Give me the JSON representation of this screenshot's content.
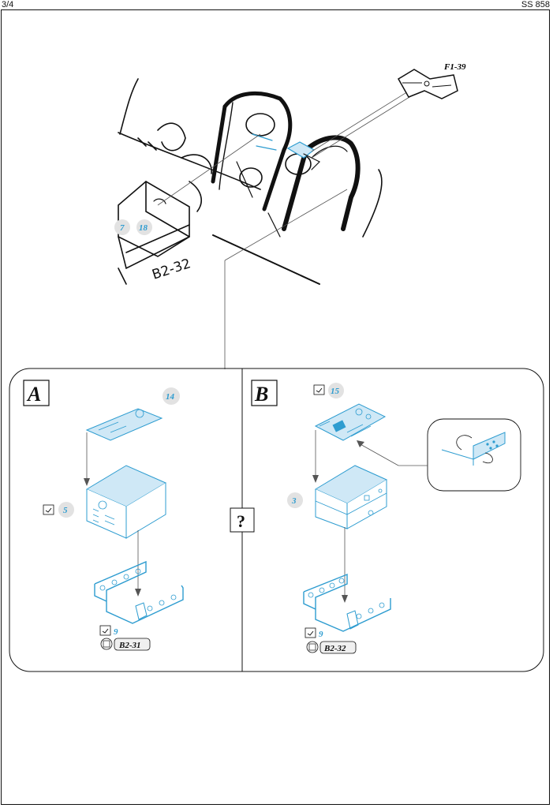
{
  "header": {
    "page": "3/4",
    "code": "SS 858"
  },
  "overview": {
    "part_callout": "F1-39",
    "bubble_7": "7",
    "bubble_18": "18",
    "handwritten_note": "B2-32"
  },
  "option_a": {
    "letter": "A",
    "panel_part": "14",
    "box_part": "5",
    "tray_part": "9",
    "ref_label": "B2-31"
  },
  "option_b": {
    "letter": "B",
    "panel_part": "15",
    "box_part": "3",
    "tray_part": "9",
    "ref_label": "B2-32"
  },
  "choice_symbol": "?",
  "colors": {
    "part_blue": "#2d9cd0",
    "fill_blue": "#cfe8f6",
    "line": "#111111",
    "bubble_gray": "#e2e2e2"
  }
}
